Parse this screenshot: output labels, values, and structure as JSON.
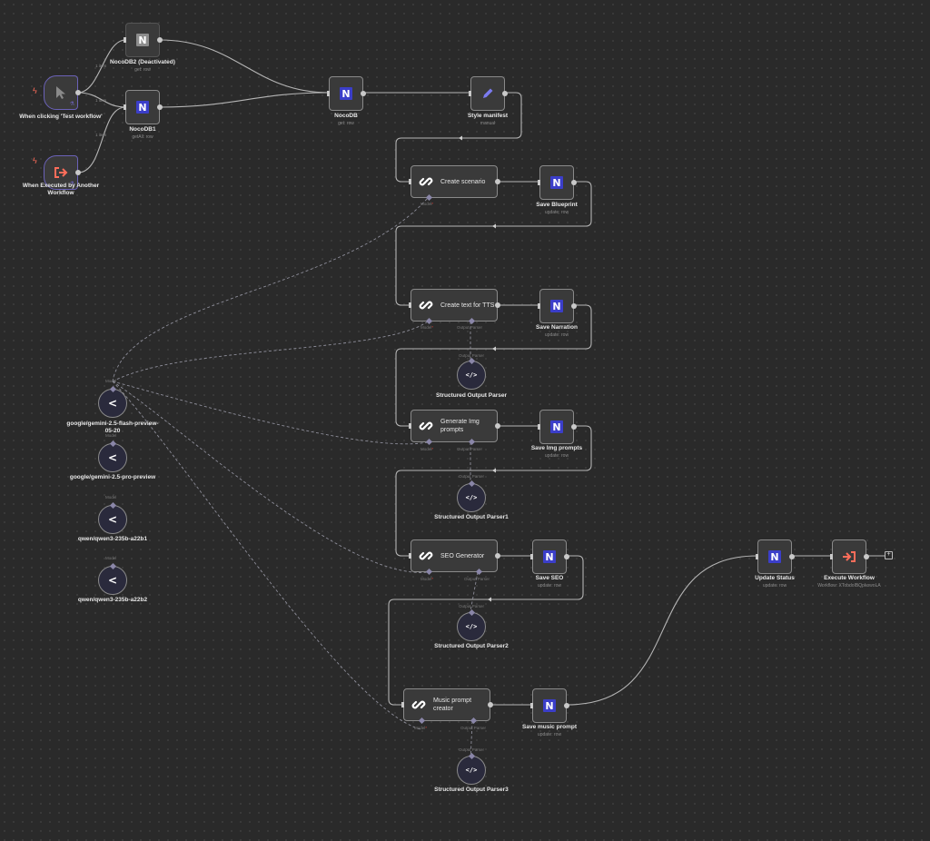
{
  "canvas": {
    "background": "#2a2a2a",
    "accent_trigger": "#ff6d5a",
    "accent_noco": "#3b3ec9",
    "accent_pencil": "#7b7bf0"
  },
  "nodes": {
    "manual_trigger": {
      "title": "When clicking 'Test workflow'",
      "icon": "cursor-icon"
    },
    "exec_trigger": {
      "title": "When Executed by Another Workflow",
      "icon": "sign-in-icon"
    },
    "nocodb2": {
      "title": "NocoDB2 (Deactivated)",
      "subtitle": "get: row",
      "icon": "nocodb-icon"
    },
    "nocodb1": {
      "title": "NocoDB1",
      "subtitle": "getAll: row",
      "icon": "nocodb-icon"
    },
    "nocodb": {
      "title": "NocoDB",
      "subtitle": "get: row",
      "icon": "nocodb-icon"
    },
    "style_manifest": {
      "title": "Style manifest",
      "subtitle": "manual",
      "icon": "pencil-icon"
    },
    "create_scenario": {
      "title": "Create scenario",
      "icon": "chain-link-icon",
      "ports": [
        "Model"
      ]
    },
    "save_blueprint": {
      "title": "Save Blueprint",
      "subtitle": "update: row",
      "icon": "nocodb-icon"
    },
    "create_tts": {
      "title": "Create text for TTS",
      "icon": "chain-link-icon",
      "ports": [
        "Model",
        "Output Parser"
      ]
    },
    "save_narration": {
      "title": "Save Narration",
      "subtitle": "update: row",
      "icon": "nocodb-icon"
    },
    "parser0": {
      "title": "Structured Output Parser",
      "port": "Output Parser",
      "icon": "code-icon"
    },
    "gen_img": {
      "title": "Generate Img prompts",
      "icon": "chain-link-icon",
      "ports": [
        "Model",
        "Output Parser"
      ]
    },
    "save_img": {
      "title": "Save Img prompts",
      "subtitle": "update: row",
      "icon": "nocodb-icon"
    },
    "parser1": {
      "title": "Structured Output Parser1",
      "port": "Output Parser",
      "icon": "code-icon"
    },
    "seo_gen": {
      "title": "SEO Generator",
      "icon": "chain-link-icon",
      "ports": [
        "Model",
        "Output Parser"
      ]
    },
    "save_seo": {
      "title": "Save SEO",
      "subtitle": "update: row",
      "icon": "nocodb-icon"
    },
    "parser2": {
      "title": "Structured Output Parser2",
      "port": "Output Parser",
      "icon": "code-icon"
    },
    "music": {
      "title": "Music prompt creator",
      "icon": "chain-link-icon",
      "ports": [
        "Model",
        "Output Parser"
      ]
    },
    "save_music": {
      "title": "Save music prompt",
      "subtitle": "update: row",
      "icon": "nocodb-icon"
    },
    "parser3": {
      "title": "Structured Output Parser3",
      "port": "Output Parser",
      "icon": "code-icon"
    },
    "update_status": {
      "title": "Update Status",
      "subtitle": "update: row",
      "icon": "nocodb-icon"
    },
    "execute_wf": {
      "title": "Execute Workflow",
      "subtitle": "Workflow: XTobdoIBQpkowoLA",
      "icon": "execute-workflow-icon"
    },
    "model_gemini_flash": {
      "title": "google/gemini-2.5-flash-preview-05-20",
      "port": "Model",
      "icon": "openrouter-icon"
    },
    "model_gemini_pro": {
      "title": "google/gemini-2.5-pro-preview",
      "port": "Model",
      "icon": "openrouter-icon"
    },
    "model_qwen1": {
      "title": "qwen/qwen3-235b-a22b1",
      "port": "Model",
      "icon": "openrouter-icon"
    },
    "model_qwen2": {
      "title": "qwen/qwen3-235b-a22b2",
      "port": "Model",
      "icon": "openrouter-icon"
    }
  },
  "labels": {
    "model": "Model",
    "required": "*",
    "output_parser": "Output Parser",
    "item_count": "1 item",
    "n_glyph": "N",
    "code_glyph": "</>",
    "openrouter_glyph": "<",
    "plus": "+",
    "bolt": "ϟ",
    "badge": "⚗"
  }
}
